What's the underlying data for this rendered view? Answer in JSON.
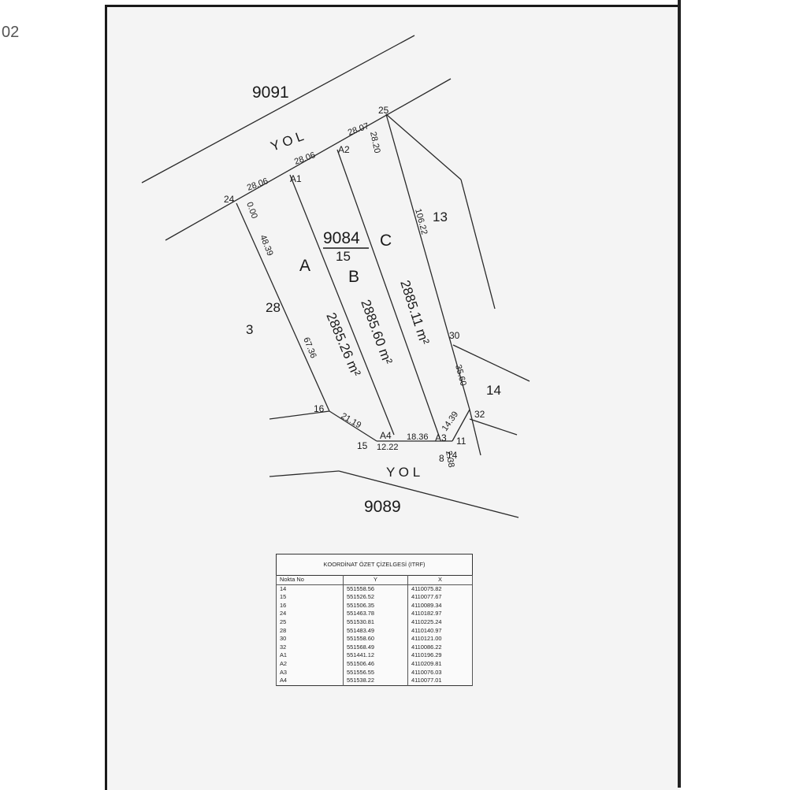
{
  "corner_text": "02",
  "parcels": {
    "top_parcel": "9091",
    "bottom_parcel": "9089",
    "main_parcel": "9084",
    "main_lot": "15",
    "left_parcel_3": "3",
    "left_parcel_28": "28",
    "right_parcel_13": "13",
    "right_parcel_14": "14",
    "road_label_top": "Y O L",
    "road_label_bottom": "Y O L"
  },
  "subdivisions": {
    "a": "A",
    "b": "B",
    "c": "C",
    "area_a": "2885.26 m²",
    "area_b": "2885.60 m²",
    "area_c": "2885.11 m²"
  },
  "points": {
    "p24": "24",
    "p25": "25",
    "pa1": "A1",
    "pa2": "A2",
    "pa3": "A3",
    "pa4": "A4",
    "p16": "16",
    "p15": "15",
    "p30": "30",
    "p32": "32",
    "p11": "11",
    "p14": "14",
    "p8": "8"
  },
  "dimensions": {
    "d_2806_a": "28.06",
    "d_2806_b": "28.06",
    "d_2807": "28.07",
    "d_2820": "28.20",
    "d_000": "0.00",
    "d_4839": "48.39",
    "d_6736": "67.36",
    "d_10622": "106.22",
    "d_3560": "35.60",
    "d_2119": "21.19",
    "d_1222": "12.22",
    "d_1836": "18.36",
    "d_1439": "14.39",
    "d_238": "2.38"
  },
  "table": {
    "title": "KOORDİNAT ÖZET ÇİZELGESİ (ITRF)",
    "headers": [
      "Nokta No",
      "Y",
      "X"
    ],
    "rows": [
      [
        "14",
        "551558.56",
        "4110075.82"
      ],
      [
        "15",
        "551526.52",
        "4110077.67"
      ],
      [
        "16",
        "551506.35",
        "4110089.34"
      ],
      [
        "24",
        "551463.78",
        "4110182.97"
      ],
      [
        "25",
        "551530.81",
        "4110225.24"
      ],
      [
        "28",
        "551483.49",
        "4110140.97"
      ],
      [
        "30",
        "551558.60",
        "4110121.00"
      ],
      [
        "32",
        "551568.49",
        "4110086.22"
      ],
      [
        "A1",
        "551441.12",
        "4110196.29"
      ],
      [
        "A2",
        "551506.46",
        "4110209.81"
      ],
      [
        "A3",
        "551556.55",
        "4110076.03"
      ],
      [
        "A4",
        "551538.22",
        "4110077.01"
      ]
    ]
  }
}
